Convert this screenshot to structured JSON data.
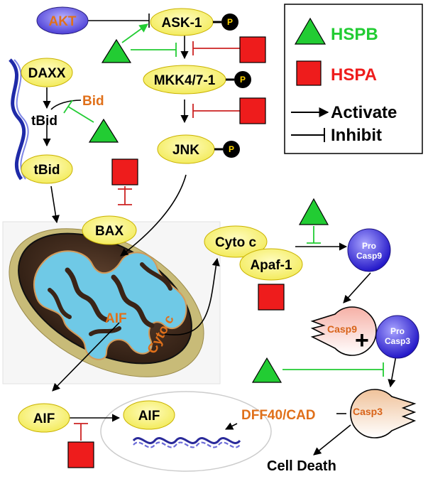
{
  "legend": {
    "hspb_label": "HSPB",
    "hspa_label": "HSPA",
    "activate_label": "Activate",
    "inhibit_label": "Inhibit",
    "hspb_color": "#22cc33",
    "hspa_color": "#ee1c1c"
  },
  "nodes": {
    "akt": "AKT",
    "ask1": "ASK-1",
    "mkk": "MKK4/7-1",
    "jnk": "JNK",
    "daxx": "DAXX",
    "bid": "Bid",
    "tbid_free": "tBid",
    "tbid": "tBid",
    "bax": "BAX",
    "cytoc": "Cyto c",
    "apaf1": "Apaf-1",
    "aif_mito": "AIF",
    "cytoc_mito": "Cyto c",
    "aif_left": "AIF",
    "aif_nucleus": "AIF",
    "dff": "DFF40/CAD",
    "celldeath": "Cell Death"
  },
  "phospho": "P",
  "caspases": {
    "procasp9_line1": "Pro",
    "procasp9_line2": "Casp9",
    "procasp3_line1": "Pro",
    "procasp3_line2": "Casp3",
    "casp9": "Casp9",
    "casp3": "Casp3",
    "plus": "+"
  }
}
